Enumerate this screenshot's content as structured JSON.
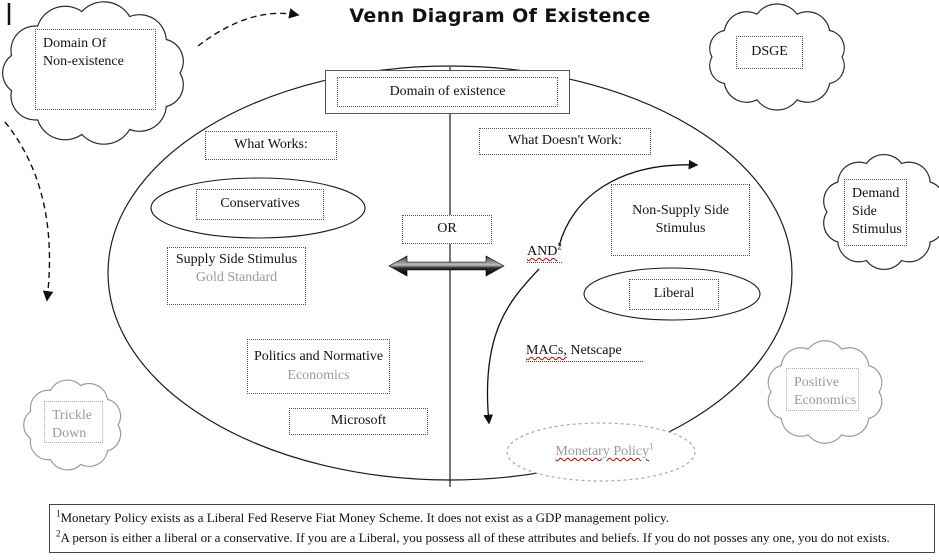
{
  "title": "Venn Diagram Of Existence",
  "colors": {
    "ink": "#111111",
    "faded_text": "#9a9a9a",
    "squiggle": "#c00000"
  },
  "diagram": {
    "domain_of_existence": "Domain of existence",
    "what_works": "What Works:",
    "what_doesnt_work": "What Doesn't Work:",
    "conservatives": "Conservatives",
    "supply_side_line1": "Supply Side Stimulus",
    "supply_side_line2": "Gold Standard",
    "or_label": "OR",
    "and_label": "AND",
    "and_sup": "2",
    "non_supply_line1": "Non-Supply Side",
    "non_supply_line2": "Stimulus",
    "liberal": "Liberal",
    "macs": "MACs,",
    "netscape": " Netscape",
    "politics_line1": "Politics and Normative",
    "politics_line2": "Economics",
    "microsoft": "Microsoft",
    "monetary_policy": "Monetary Policy",
    "monetary_sup": "1"
  },
  "clouds": {
    "non_existence_line1": "Domain Of",
    "non_existence_line2": "Non-existence",
    "dsge": "DSGE",
    "demand_line1": "Demand",
    "demand_line2": "Side",
    "demand_line3": "Stimulus",
    "positive_line1": "Positive",
    "positive_line2": "Economics",
    "trickle_line1": "Trickle",
    "trickle_line2": "Down"
  },
  "footnotes": [
    {
      "sup": "1",
      "text": "Monetary Policy exists as a Liberal Fed Reserve Fiat Money Scheme.  It does not exist as a GDP management policy."
    },
    {
      "sup": "2",
      "text": "A person is either a liberal or a conservative.  If you are a Liberal, you possess all of these attributes and beliefs. If you do not posses any one, you do not exists."
    }
  ]
}
